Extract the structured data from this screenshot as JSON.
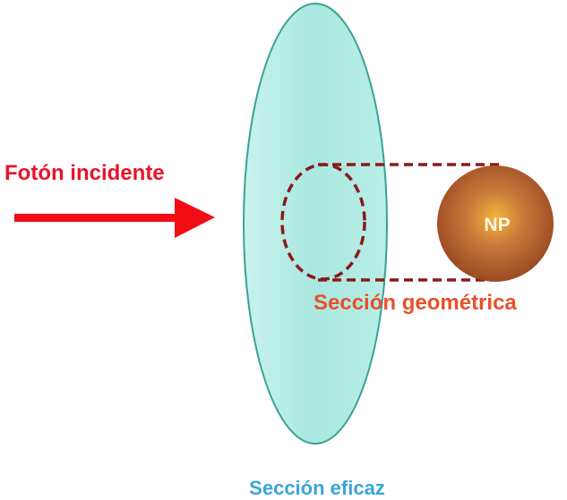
{
  "labels": {
    "incident_photon": "Fotón incidente",
    "geometric_section": "Sección geométrica",
    "effective_section": "Sección eficaz",
    "nanoparticle": "NP"
  },
  "colors": {
    "incident": "#e8132b",
    "geometric": "#e8502a",
    "effective": "#3aa5d6",
    "dashed": "#8a1a1a",
    "ellipse_fill": "#aee9e2",
    "ellipse_stroke": "#3aa296"
  }
}
